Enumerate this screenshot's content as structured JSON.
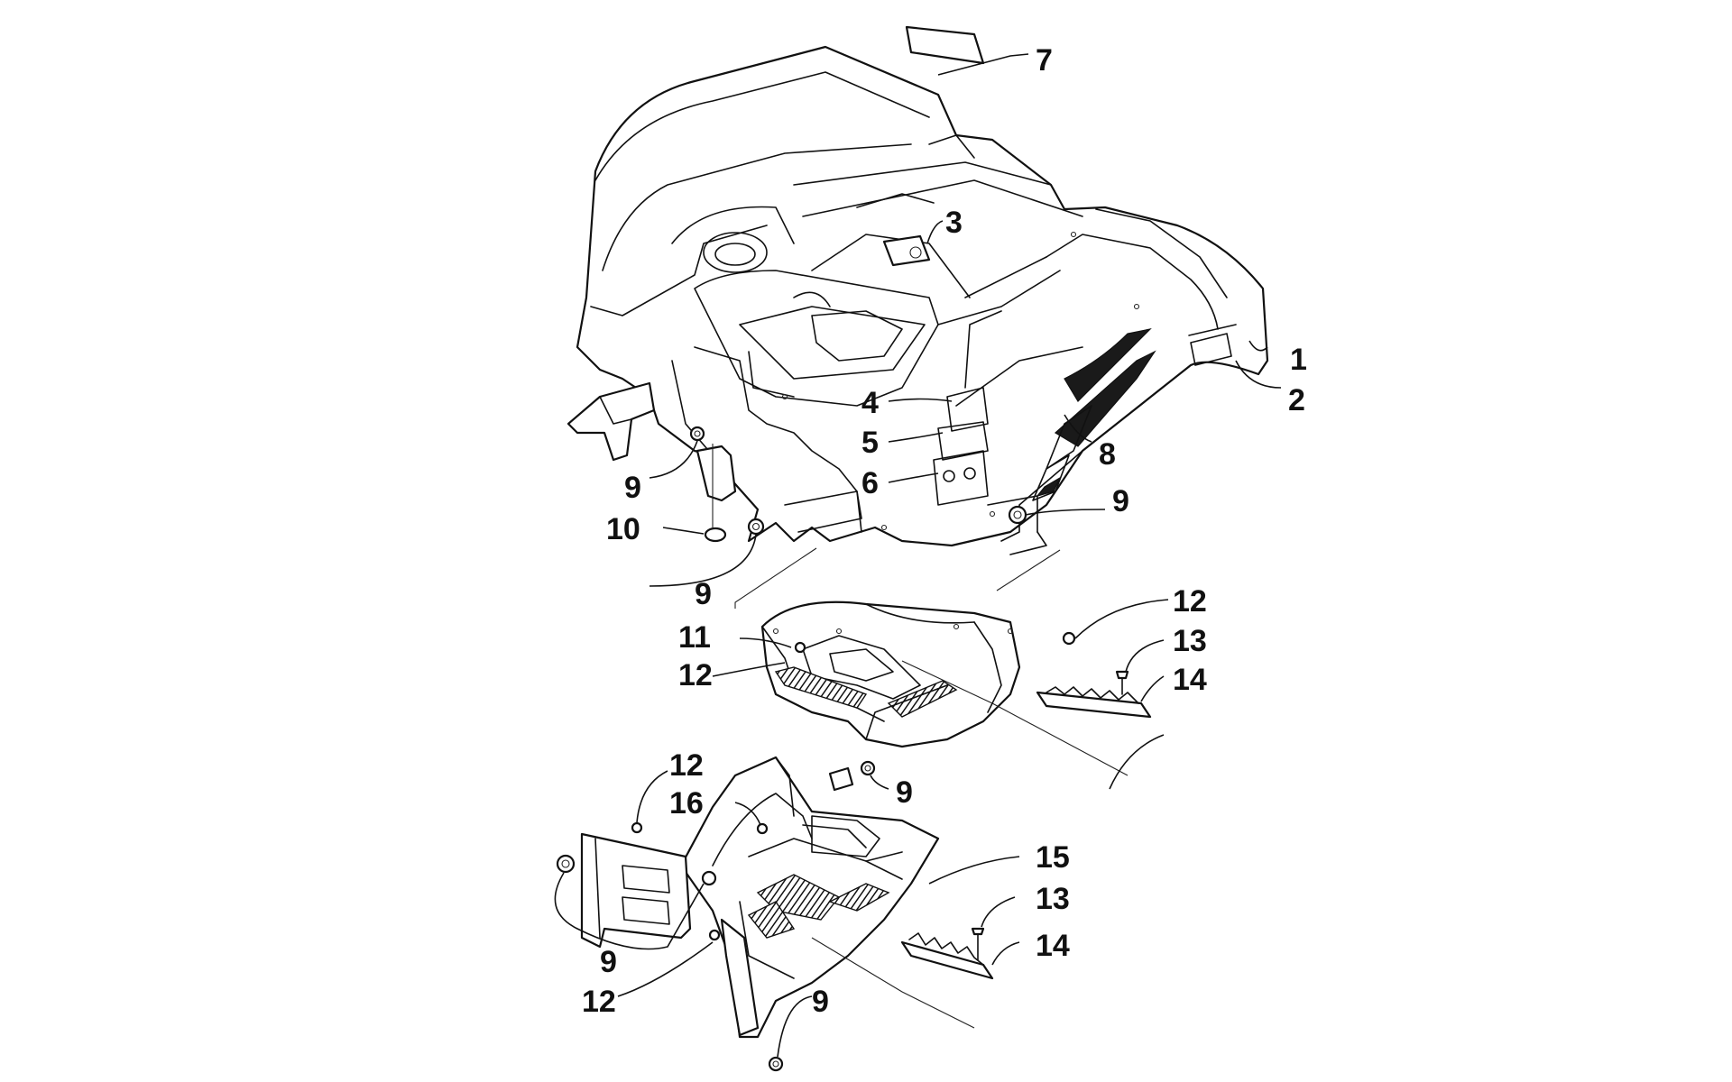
{
  "callouts": {
    "c1": "1",
    "c2": "2",
    "c3": "3",
    "c4": "4",
    "c5": "5",
    "c6": "6",
    "c7": "7",
    "c8": "8",
    "c9a": "9",
    "c9b": "9",
    "c9c": "9",
    "c9d": "9",
    "c9e": "9",
    "c9f": "9",
    "c10": "10",
    "c11": "11",
    "c12a": "12",
    "c12b": "12",
    "c12c": "12",
    "c12d": "12",
    "c13a": "13",
    "c13b": "13",
    "c14a": "14",
    "c14b": "14",
    "c15": "15",
    "c16": "16"
  }
}
